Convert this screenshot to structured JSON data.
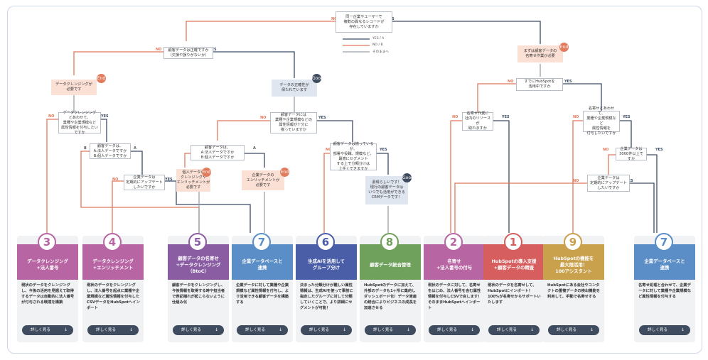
{
  "colors": {
    "no": "#e0785a",
    "yes": "#3d4c66",
    "ab": "#9aa0a8",
    "warn_bg": "#fbe0d5",
    "good_bg": "#dfe6f0"
  },
  "labels": {
    "no": "NO",
    "yes": "YES",
    "a": "A",
    "b": "B"
  },
  "legend": {
    "yes_a": "YES / A",
    "no_b": "NO / B",
    "other": "そのままへ"
  },
  "questions": {
    "q_same_company": "同一企業やユーザーで\n複数の異なるレコードが\n存在していますか",
    "q_data_correct": "顧客データは正確ですか\n（欠損や誤りがないか）",
    "q_cleansing_more": "データクレンジング\nとあわせて、\n業種や企業規模など\n属性情報を付与したいですか",
    "q_ab_left": "顧客データは、\nA:法人データですか\nB:個人データですか",
    "q_update_left": "企業データは\n定期的にアップデート\nしたいですか",
    "q_attr_enough": "顧客データには\n業種や企業規模などの\n属性情報が十分に\n揃っていますか",
    "q_ab_mid": "顧客データは、\nA:法人データですか\nB:個人データですか",
    "q_segment": "顧客データは揃っているが、\n部署や役職、規模など、\n最適にセグメント\nする上で分類分けは\n上手くできますか",
    "q_hubspot_use": "すでにHubSpotを\n活用中ですか",
    "q_nayose_resource": "名寄せ作業に\n社内のリソースが\n取れますか",
    "q_attr_right": "名寄せとあわせて、\n業種や企業規模など\n属性情報を\n付与したいですか",
    "q_3000": "企業データは\n3000件以上ですか",
    "q_update_right": "企業データは\n定期的にアップデート\nしたいですか"
  },
  "results": {
    "r_cleansing_needed": "データクレンジングが\n必要です",
    "r_accurate": "データの正確性が\n保たれています",
    "r_person_cleansing": "個人データの\nクレンジングや\nエンリッチメントが必要です",
    "r_company_enrich": "企業データの\nエンリッチメントが\n必要です",
    "r_ok_hubspot": "素晴らしいです！\n現行の顧客データは\nいつでも活用ができる\nCRMデータです！",
    "r_nayose_first": "まずは顧客データの\n名寄せ作業が必要"
  },
  "badges": {
    "end": "End",
    "good": "Good"
  },
  "cards": [
    {
      "num": "3",
      "color": "#b865a4",
      "title": "データクレンジング\n+法人番号",
      "desc": "現状のデータをクレンジングし、今後の活用を見据えて取得するデータは自動的に法人番号が付与される環境を構築",
      "more": "詳しく見る"
    },
    {
      "num": "4",
      "color": "#b865a4",
      "title": "データクレンジング\n+エンリッチメント",
      "desc": "現状のデータをクレンジングし、法人番号を起点に業種や企業規模など属性情報を付与したCSVデータをHubSpotへインポート",
      "more": "詳しく見る"
    },
    {
      "num": "5",
      "color": "#8a5da3",
      "title": "顧客データの名寄せ\n+データクレンジング\n（BtoC）",
      "desc": "顧客データをクレンジングし、今後情報を取得する時や担当者で表記揺れが起こらないように仕組み化",
      "more": "詳しく見る"
    },
    {
      "num": "7",
      "color": "#5b8ec6",
      "title": "企業データベースと\n連携",
      "desc": "企業データに対して業種や企業規模など属性情報を付与し、より活用できる顧客データを構築する",
      "more": "詳しく見る"
    },
    {
      "num": "6",
      "color": "#4a5ea8",
      "title": "生成AIを活用して\nグループ分け",
      "desc": "決まった分類分けが難しい属性情報は、生成AIを使って事前に指定したグループに対して分類していくことで、より詳細にセグメントが可能！",
      "more": "詳しく見る"
    },
    {
      "num": "8",
      "color": "#6fa05c",
      "title": "顧客データ統合管理",
      "desc": "HubSpotのデータに加えて、外部のデータも1ヶ所に集約しダッシュボード化！データ資産の統合によりビジネスの成長を加速させる",
      "more": "詳しく見る"
    },
    {
      "num": "2",
      "color": "#b865a4",
      "title": "名寄せ\n+法人番号の付与",
      "desc": "現状のデータに対して、名寄せをはじめ、法人番号を含む属性情報を付与しCSVで戻します！そのままHubSpotへインポート",
      "more": "詳しく見る"
    },
    {
      "num": "1",
      "color": "#d65e5e",
      "title": "HubSpotの導入支援\n+顧客データの精査",
      "desc": "現状のデータを名寄せして、HubSpotにインポート！100%が名寄せからサポートいたします",
      "more": "詳しく見る"
    },
    {
      "num": "9",
      "color": "#c9a04c",
      "title": "HubSpotの機能を\n最大限活用！\n100アシスタント",
      "desc": "HubSpotにある会社やコンタクトの重複データの検出機能を利用して、手動で名寄せする",
      "more": "詳しく見る"
    },
    {
      "num": "7",
      "color": "#5b8ec6",
      "title": "企業データベースと\n連携",
      "desc": "名寄せ処理と合わせて、企業データに対して業種や企業規模など属性情報を付与する",
      "more": "詳しく見る"
    }
  ]
}
